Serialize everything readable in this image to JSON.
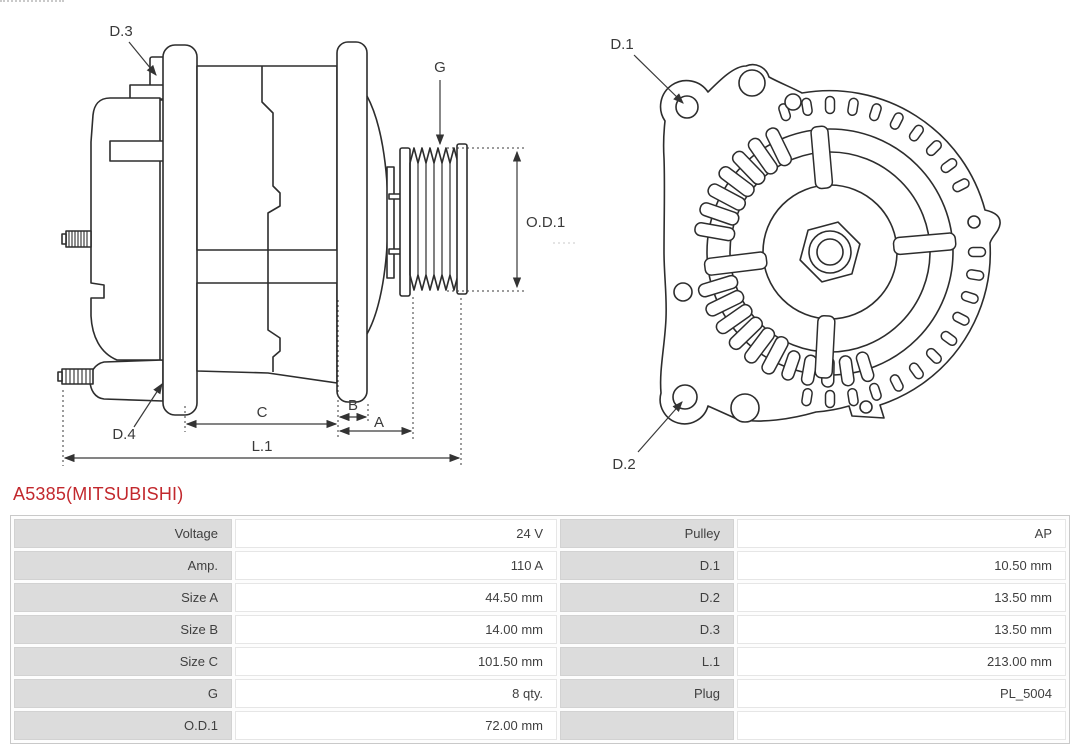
{
  "part_number": "A5385(MITSUBISHI)",
  "diagram": {
    "side": {
      "d3": "D.3",
      "d4": "D.4",
      "g": "G",
      "od1": "O.D.1",
      "c": "C",
      "b": "B",
      "a": "A",
      "l1": "L.1"
    },
    "front": {
      "d1": "D.1",
      "d2": "D.2"
    }
  },
  "table": {
    "rows": [
      {
        "left_label": "Voltage",
        "left_value": "24 V",
        "right_label": "Pulley",
        "right_value": "AP"
      },
      {
        "left_label": "Amp.",
        "left_value": "110 A",
        "right_label": "D.1",
        "right_value": "10.50 mm"
      },
      {
        "left_label": "Size A",
        "left_value": "44.50 mm",
        "right_label": "D.2",
        "right_value": "13.50 mm"
      },
      {
        "left_label": "Size B",
        "left_value": "14.00 mm",
        "right_label": "D.3",
        "right_value": "13.50 mm"
      },
      {
        "left_label": "Size C",
        "left_value": "101.50 mm",
        "right_label": "L.1",
        "right_value": "213.00 mm"
      },
      {
        "left_label": "G",
        "left_value": "8 qty.",
        "right_label": "Plug",
        "right_value": "PL_5004"
      },
      {
        "left_label": "O.D.1",
        "left_value": "72.00 mm",
        "right_label": "",
        "right_value": ""
      }
    ]
  },
  "colors": {
    "accent_red": "#c2282d",
    "label_cell_bg": "#dcdcdc",
    "line_color": "#2d2d2d"
  }
}
